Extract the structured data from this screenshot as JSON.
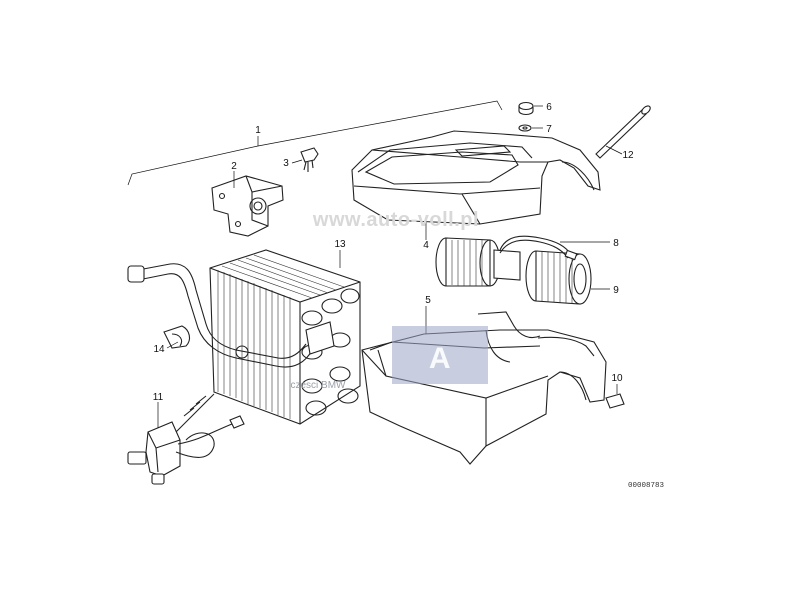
{
  "callouts": [
    {
      "num": "1",
      "part": "assembly"
    },
    {
      "num": "2",
      "part": "mounting-bracket"
    },
    {
      "num": "3",
      "part": "clip"
    },
    {
      "num": "4",
      "part": "housing-upper"
    },
    {
      "num": "5",
      "part": "housing-lower"
    },
    {
      "num": "6",
      "part": "nut"
    },
    {
      "num": "7",
      "part": "washer"
    },
    {
      "num": "8",
      "part": "wire-harness"
    },
    {
      "num": "9",
      "part": "blower-fan"
    },
    {
      "num": "10",
      "part": "grommet"
    },
    {
      "num": "11",
      "part": "expansion-valve"
    },
    {
      "num": "12",
      "part": "rod"
    },
    {
      "num": "13",
      "part": "evaporator"
    },
    {
      "num": "14",
      "part": "hose-clamp"
    }
  ],
  "watermark": {
    "url": "www.auto-voll.pl",
    "secondary": "czesci BMW",
    "letter": "A"
  },
  "doc_number": "00008783",
  "colors": {
    "line": "#222222",
    "watermark_box": "#9aa6c4"
  }
}
